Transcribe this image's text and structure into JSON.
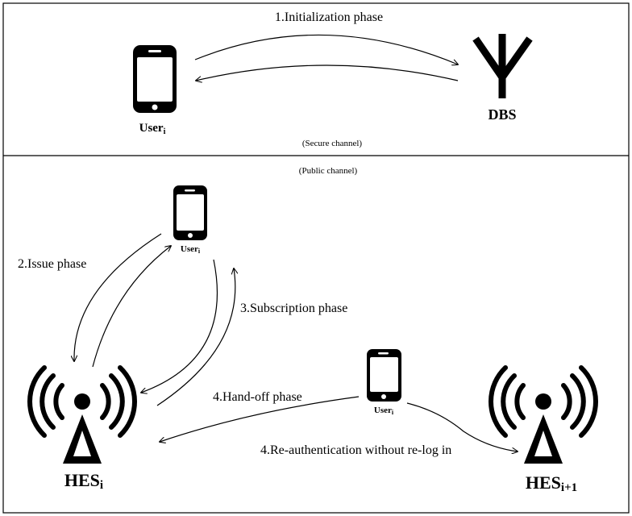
{
  "colors": {
    "ink": "#000000",
    "background": "#ffffff"
  },
  "sections": {
    "secure_label": "(Secure channel)",
    "public_label": "(Public channel)"
  },
  "nodes": {
    "user_top": {
      "name": "User",
      "sub": "i",
      "icon": "smartphone-icon"
    },
    "dbs": {
      "name": "DBS",
      "icon": "antenna-icon"
    },
    "user_middle": {
      "name": "User",
      "sub": "i",
      "icon": "smartphone-icon"
    },
    "user_right": {
      "name": "User",
      "sub": "i",
      "icon": "smartphone-icon"
    },
    "hes_i": {
      "name": "HES",
      "sub": "i",
      "icon": "radio-tower-icon"
    },
    "hes_i1": {
      "name": "HES",
      "sub": "i+1",
      "icon": "radio-tower-icon"
    }
  },
  "phases": {
    "initialization": "1.Initialization phase",
    "issue": "2.Issue phase",
    "subscription": "3.Subscription phase",
    "handoff": "4.Hand-off phase",
    "reauth": "4.Re-authentication without re-log in"
  }
}
